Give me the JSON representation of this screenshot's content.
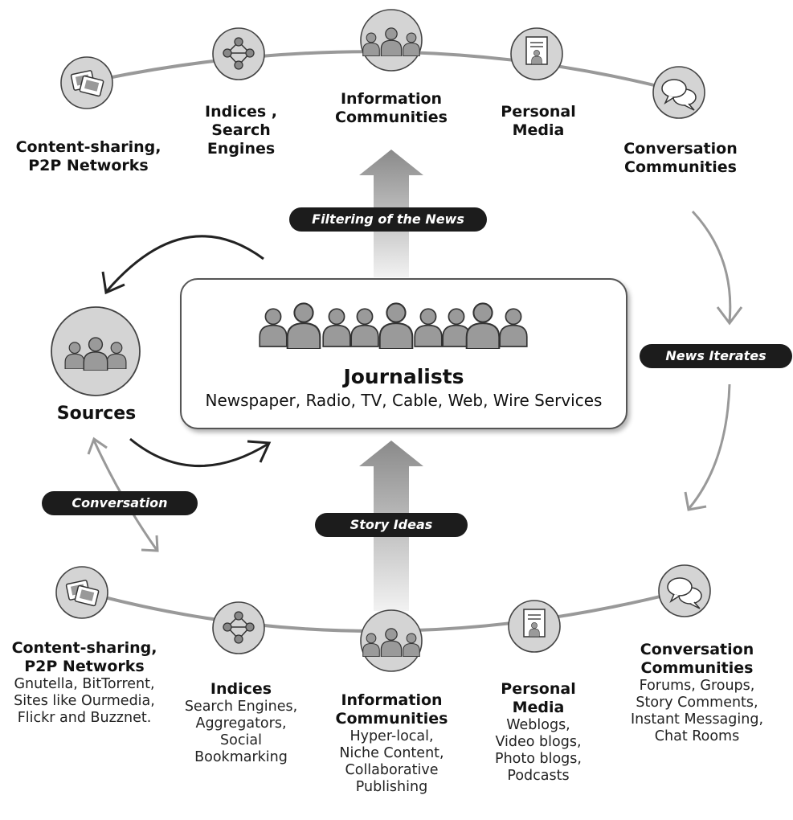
{
  "pills": {
    "filtering": "Filtering of the News",
    "news_iterates": "News Iterates",
    "conversation": "Conversation",
    "story_ideas": "Story Ideas"
  },
  "journalists": {
    "title": "Journalists",
    "subtitle": "Newspaper, Radio, TV, Cable, Web, Wire Services"
  },
  "sources": {
    "label": "Sources"
  },
  "top": {
    "content_sharing": {
      "line1": "Content-sharing,",
      "line2": "P2P Networks"
    },
    "indices": {
      "line1": "Indices ,",
      "line2": "Search",
      "line3": "Engines"
    },
    "information": {
      "line1": "Information",
      "line2": "Communities"
    },
    "personal": {
      "line1": "Personal",
      "line2": "Media"
    },
    "conversation": {
      "line1": "Conversation",
      "line2": "Communities"
    }
  },
  "bottom": {
    "content_sharing": {
      "title1": "Content-sharing,",
      "title2": "P2P Networks",
      "d1": "Gnutella, BitTorrent,",
      "d2": "Sites like Ourmedia,",
      "d3": "Flickr and Buzznet."
    },
    "indices": {
      "title1": "Indices",
      "d1": "Search Engines,",
      "d2": "Aggregators,",
      "d3": "Social",
      "d4": "Bookmarking"
    },
    "information": {
      "title1": "Information",
      "title2": "Communities",
      "d1": "Hyper-local,",
      "d2": "Niche Content,",
      "d3": "Collaborative",
      "d4": "Publishing"
    },
    "personal": {
      "title1": "Personal",
      "title2": "Media",
      "d1": "Weblogs,",
      "d2": "Video blogs,",
      "d3": "Photo blogs,",
      "d4": "Podcasts"
    },
    "conversation": {
      "title1": "Conversation",
      "title2": "Communities",
      "d1": "Forums, Groups,",
      "d2": "Story Comments,",
      "d3": "Instant Messaging,",
      "d4": "Chat Rooms"
    }
  },
  "icons": {
    "content_sharing": "photos-icon",
    "indices": "network-graph-icon",
    "information": "people-group-icon",
    "personal": "document-person-icon",
    "conversation": "speech-bubbles-icon",
    "sources": "people-group-icon",
    "journalists": "people-crowd-icon"
  },
  "colors": {
    "accent": "#1c1c1c",
    "node_fill": "#d4d4d4",
    "arc": "#999999",
    "figure": "#9a9a9a"
  }
}
